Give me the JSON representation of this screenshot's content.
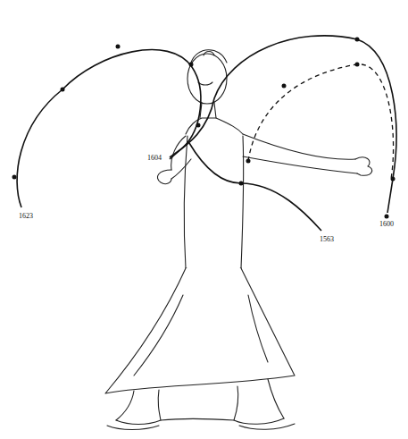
{
  "diagram": {
    "labels": [
      "1623",
      "1604",
      "1563",
      "1600"
    ]
  }
}
